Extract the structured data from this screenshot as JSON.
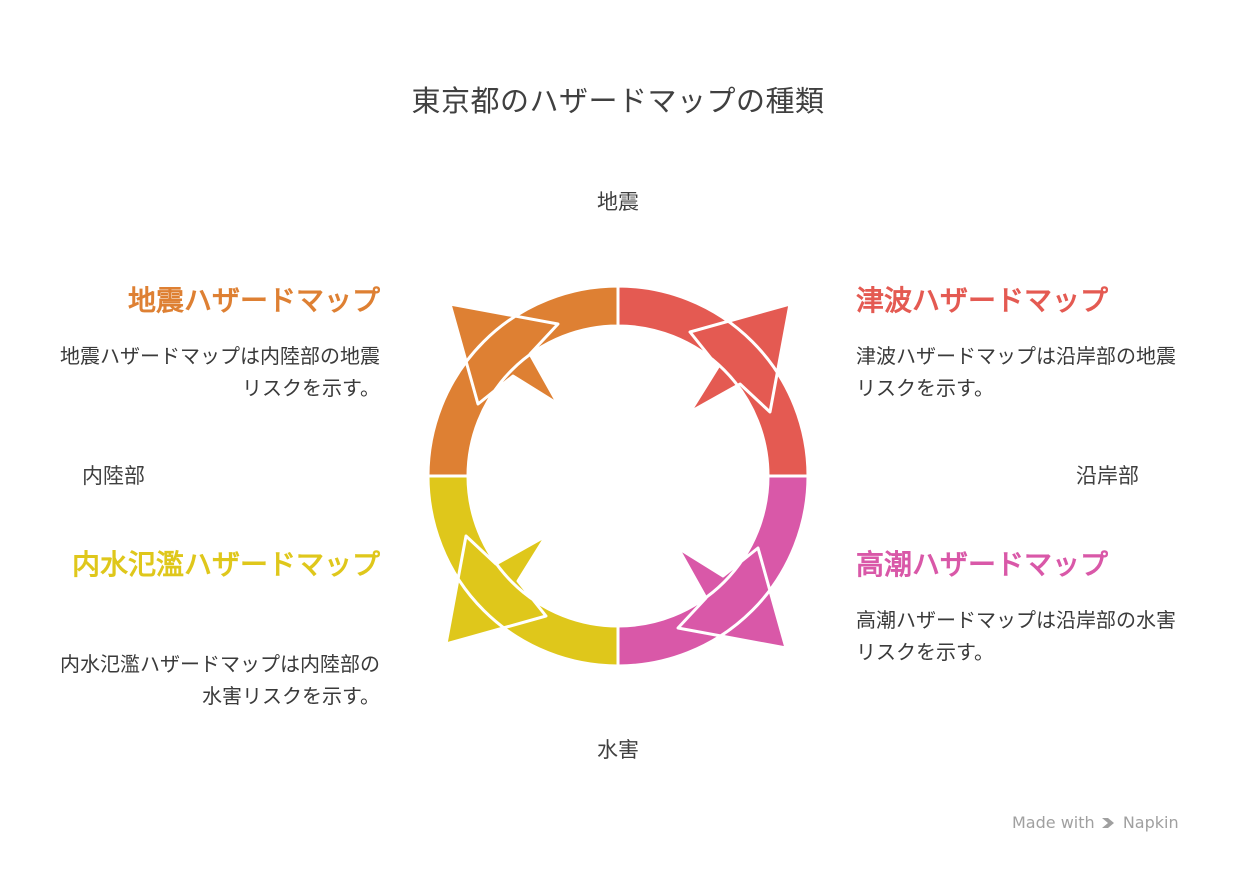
{
  "title": "東京都のハザードマップの種類",
  "axes": {
    "top": "地震",
    "bottom": "水害",
    "left": "内陸部",
    "right": "沿岸部"
  },
  "quadrants": {
    "earthquake": {
      "heading": "地震ハザードマップ",
      "description": "地震ハザードマップは内陸部の地震リスクを示す。",
      "color": "#de8033"
    },
    "tsunami": {
      "heading": "津波ハザードマップ",
      "description": "津波ハザードマップは沿岸部の地震リスクを示す。",
      "color": "#e45a52"
    },
    "storm_surge": {
      "heading": "高潮ハザードマップ",
      "description": "高潮ハザードマップは沿岸部の水害リスクを示す。",
      "color": "#d958a8"
    },
    "inland_flood": {
      "heading": "内水氾濫ハザードマップ",
      "description": "内水氾濫ハザードマップは内陸部の水害リスクを示す。",
      "color": "#dfc71b"
    }
  },
  "watermark": {
    "prefix": "Made with",
    "brand": "Napkin",
    "icon": "napkin-logo-icon"
  }
}
